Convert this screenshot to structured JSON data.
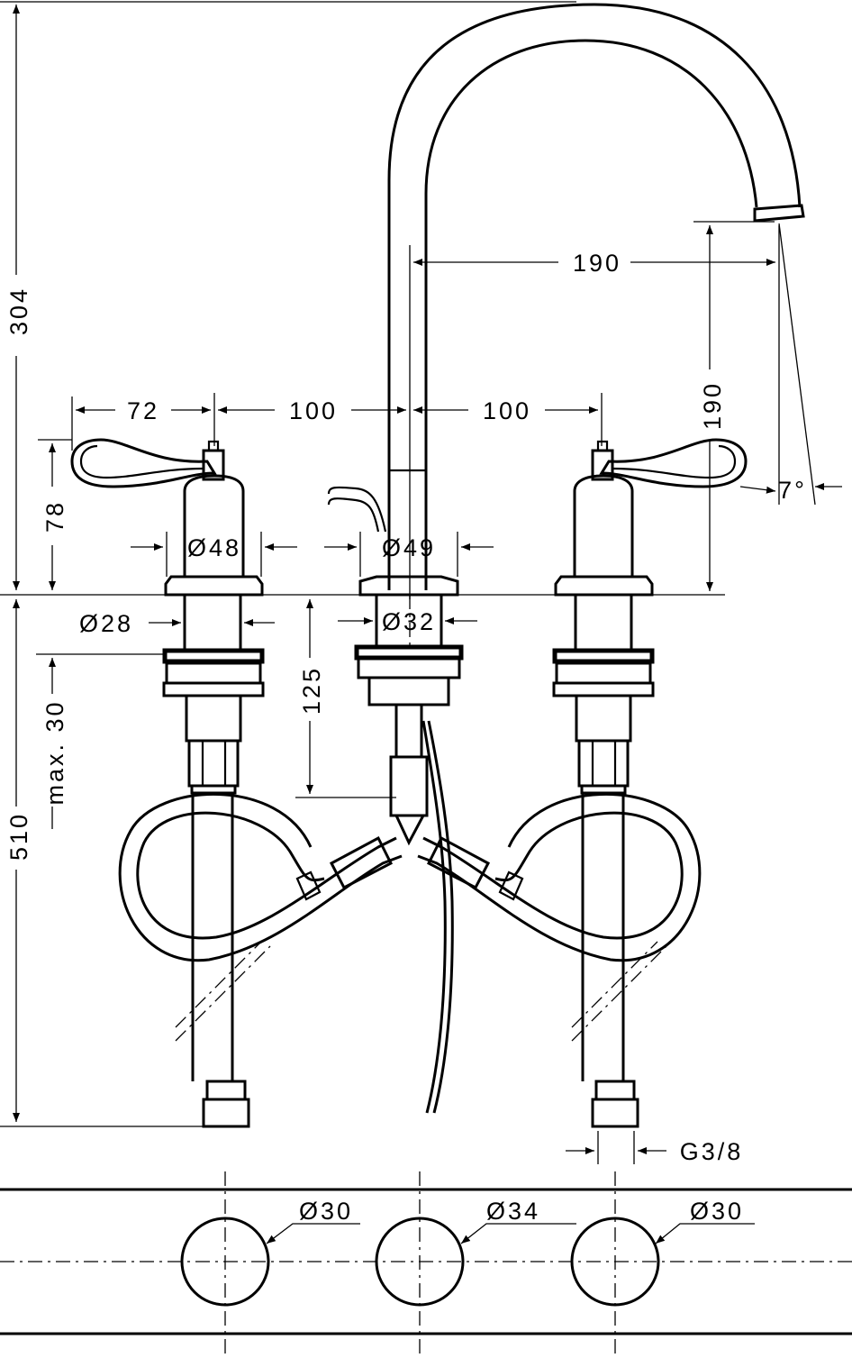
{
  "dimensions": {
    "spout_height": "304",
    "spout_reach": "190",
    "spout_outlet_height": "190",
    "spout_angle": "7°",
    "handle_reach": "72",
    "spacing_left": "100",
    "spacing_right": "100",
    "handle_height": "78",
    "valve_diameter": "Ø48",
    "spout_base_diameter": "Ø49",
    "valve_shank_diameter": "Ø28",
    "spout_shank_diameter": "Ø32",
    "deck_thickness_max": "max. 30",
    "shank_length": "125",
    "hose_length": "510",
    "connection_thread": "G3/8",
    "hole_left": "Ø30",
    "hole_center": "Ø34",
    "hole_right": "Ø30"
  }
}
